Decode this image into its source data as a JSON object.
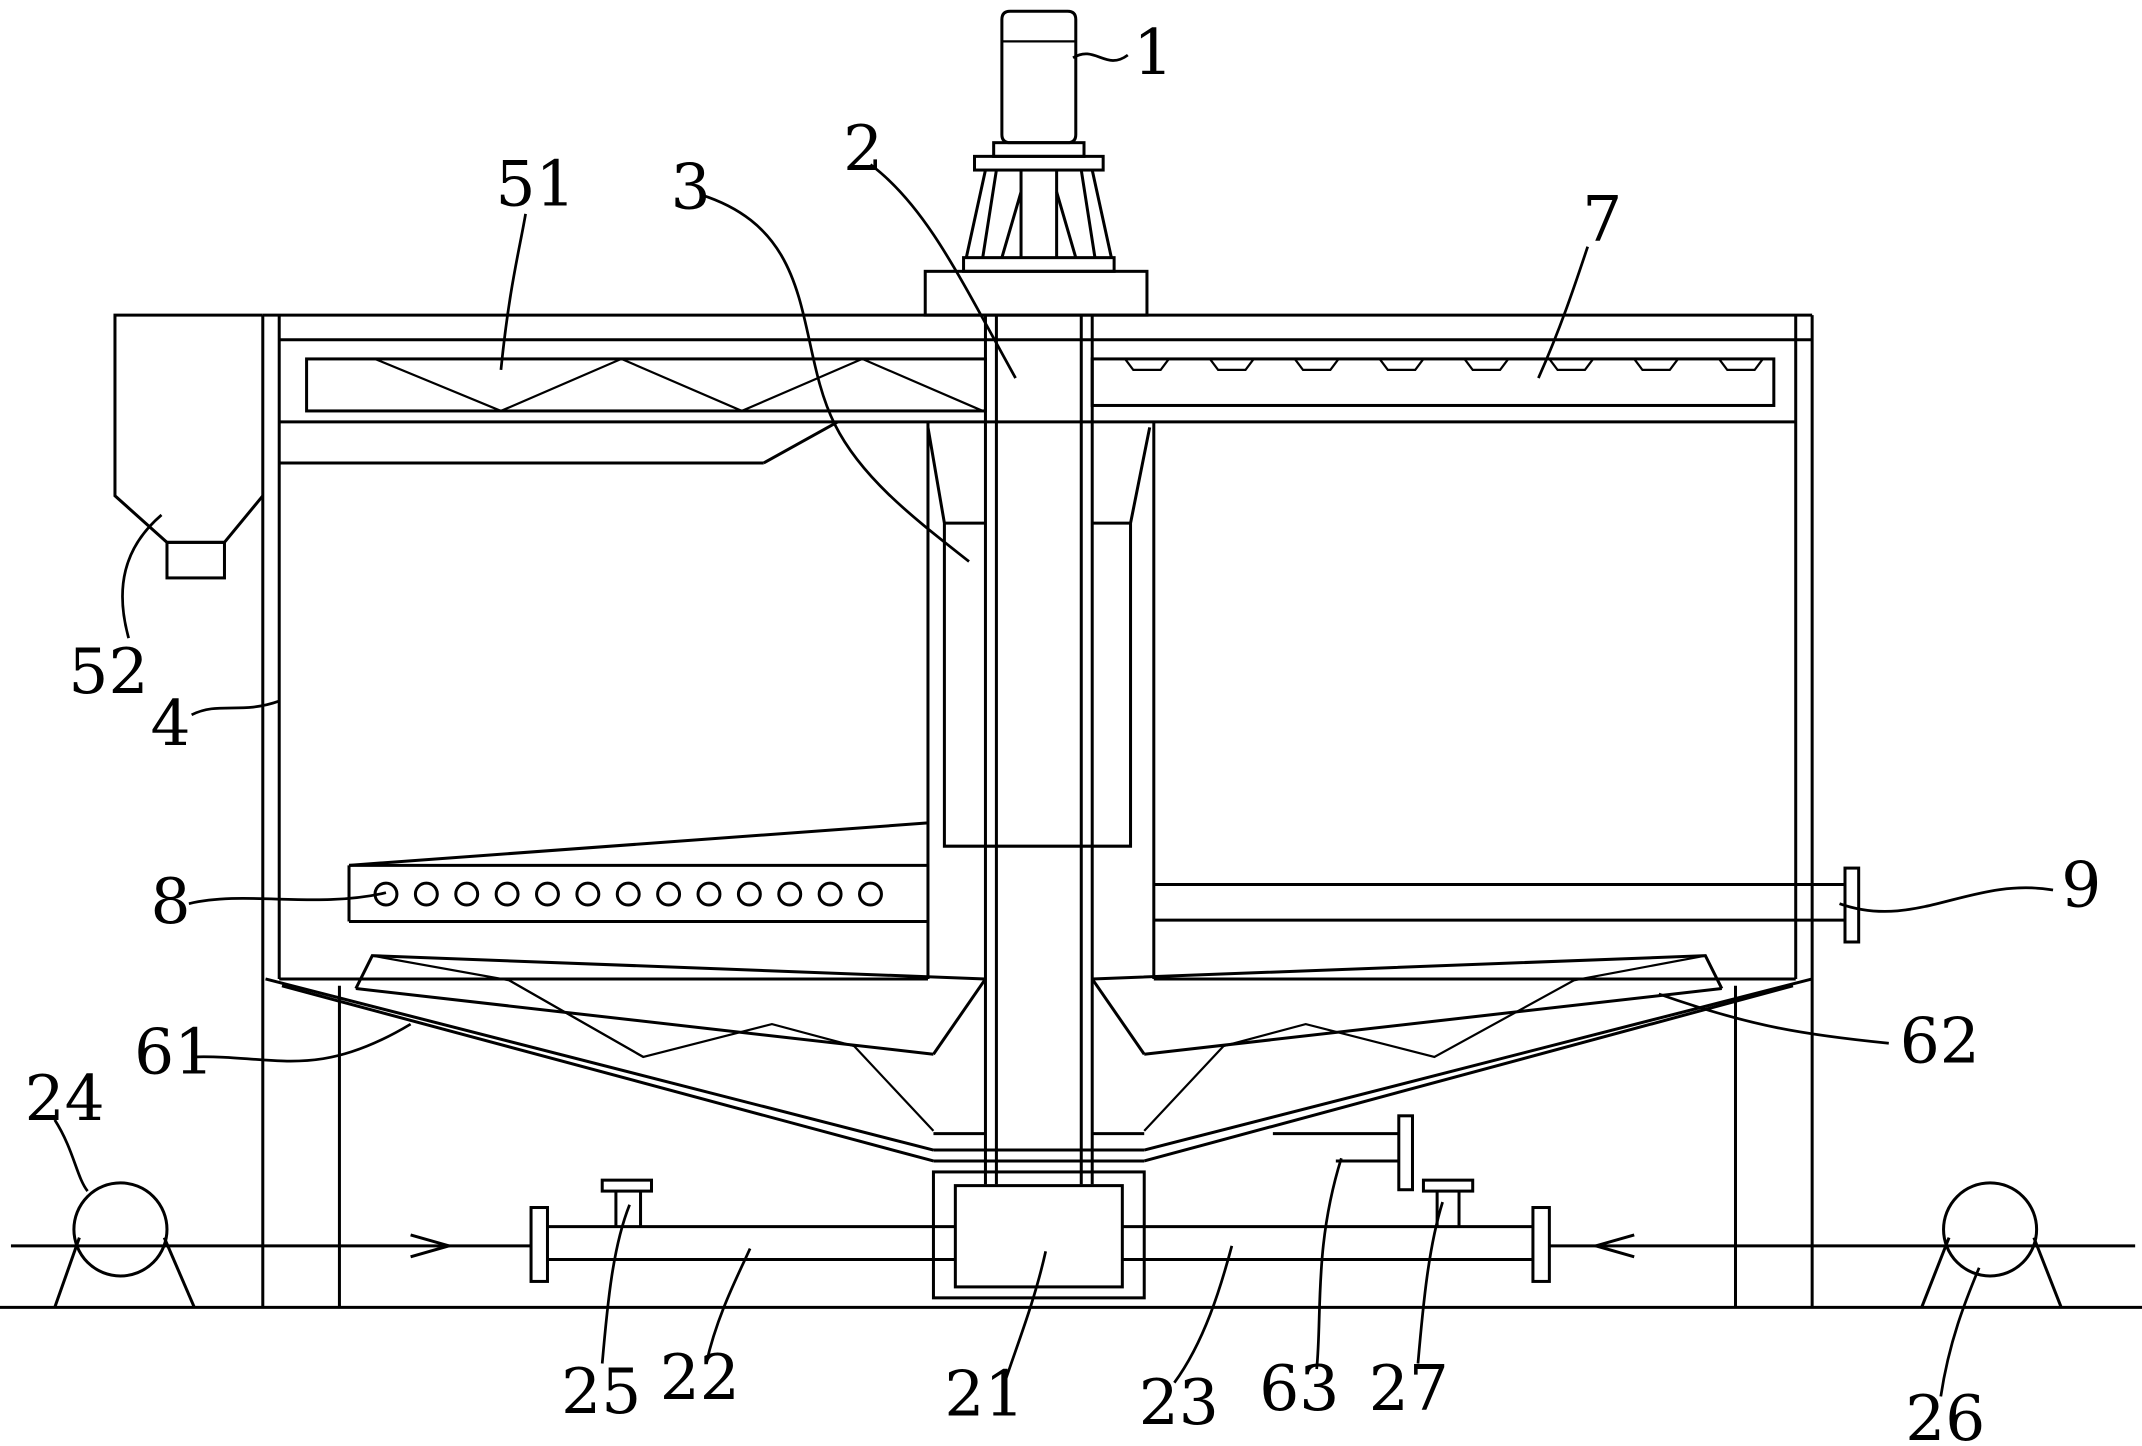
{
  "labels": {
    "l1": "1",
    "l2": "2",
    "l3": "3",
    "l4": "4",
    "l51": "51",
    "l52": "52",
    "l7": "7",
    "l8": "8",
    "l9": "9",
    "l61": "61",
    "l62": "62",
    "l63": "63",
    "l21": "21",
    "l22": "22",
    "l23": "23",
    "l24": "24",
    "l25": "25",
    "l26": "26",
    "l27": "27"
  }
}
